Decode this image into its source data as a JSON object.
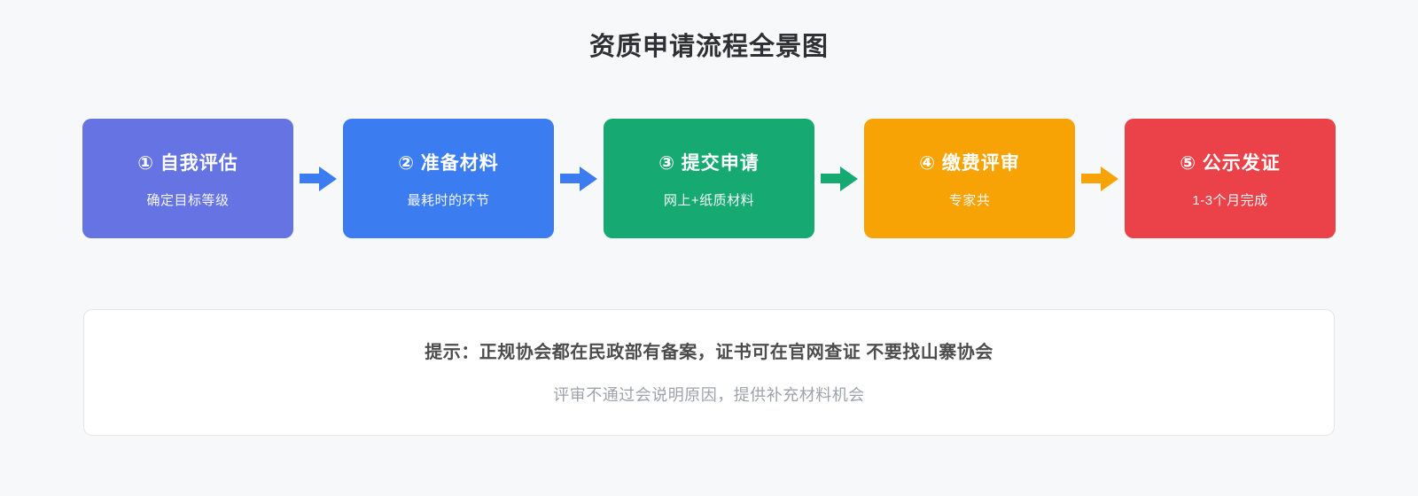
{
  "page": {
    "title": "资质申请流程全景图",
    "background_color": "#f7f8fa"
  },
  "flow": {
    "steps": [
      {
        "title": "① 自我评估",
        "subtitle": "确定目标等级",
        "color": "#6674e3"
      },
      {
        "title": "② 准备材料",
        "subtitle": "最耗时的环节",
        "color": "#3b7cf0"
      },
      {
        "title": "③ 提交申请",
        "subtitle": "网上+纸质材料",
        "color": "#16a972"
      },
      {
        "title": "④ 缴费评审",
        "subtitle": "专家共",
        "color": "#f7a305"
      },
      {
        "title": "⑤ 公示发证",
        "subtitle": "1-3个月完成",
        "color": "#ea4248"
      }
    ],
    "arrows": [
      {
        "color": "#3b7cf0"
      },
      {
        "color": "#3b7cf0"
      },
      {
        "color": "#16a972"
      },
      {
        "color": "#f7a305"
      }
    ]
  },
  "note": {
    "line1": "提示：正规协会都在民政部有备案，证书可在官网查证 不要找山寨协会",
    "line2": "评审不通过会说明原因，提供补充材料机会"
  }
}
